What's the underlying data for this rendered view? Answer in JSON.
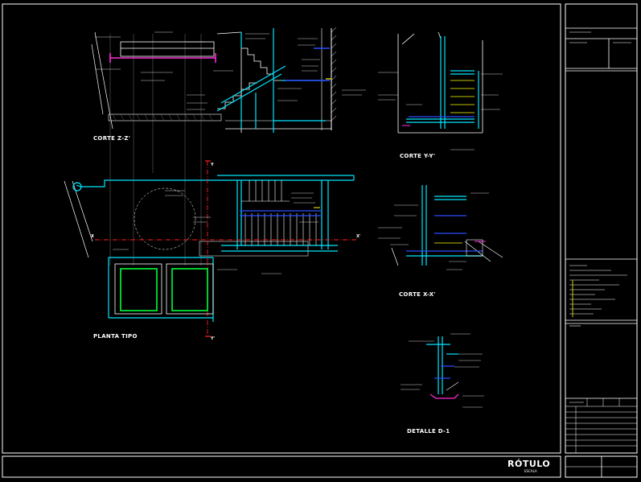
{
  "drawing": {
    "views": [
      {
        "id": "corte-z",
        "label": "CORTE Z-Z'"
      },
      {
        "id": "corte-y",
        "label": "CORTE Y-Y'"
      },
      {
        "id": "corte-x",
        "label": "CORTE X-X'"
      },
      {
        "id": "planta",
        "label": "PLANTA TIPO"
      },
      {
        "id": "detalle",
        "label": "DETALLE D-1"
      }
    ],
    "section_marks": {
      "left": "X",
      "right": "X'",
      "top": "Y",
      "bottom": "Y'"
    }
  },
  "footer": {
    "title": "RÓTULO",
    "subtitle": "ESCALA"
  },
  "colors": {
    "background": "#000000",
    "frame": "#ffffff",
    "cyan": "#00e5ff",
    "blue": "#2b4dff",
    "green": "#00ff3c",
    "magenta": "#ff2bd6",
    "red": "#ff2020",
    "yellow": "#ffff00"
  }
}
